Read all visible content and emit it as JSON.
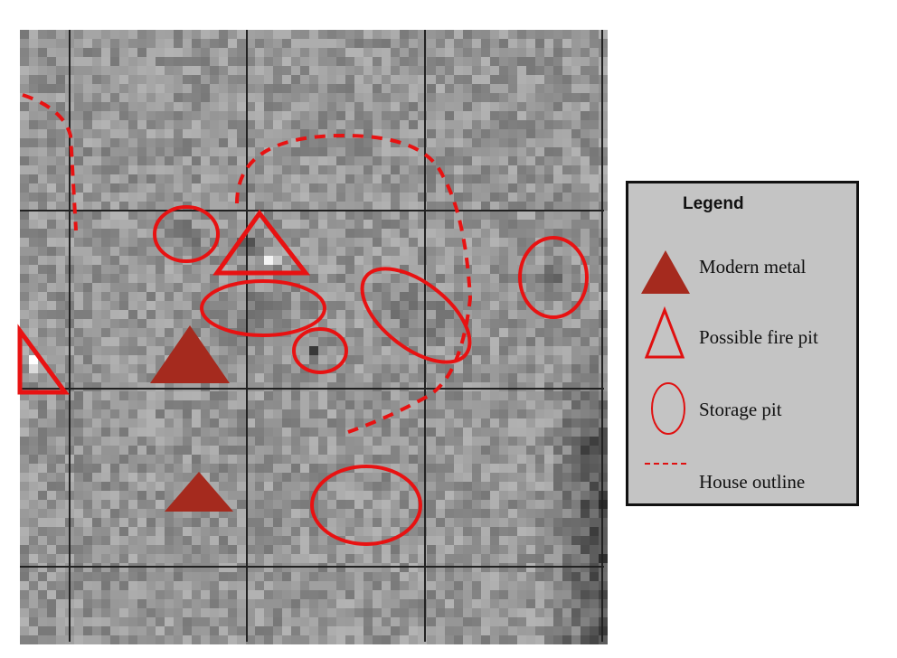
{
  "legend": {
    "title": "Legend",
    "items": [
      {
        "label": "Modern metal",
        "symbol": "filled-triangle",
        "color": "#a52a1e"
      },
      {
        "label": "Possible fire pit",
        "symbol": "outline-triangle",
        "color": "#e01010"
      },
      {
        "label": "Storage pit",
        "symbol": "outline-ellipse",
        "color": "#e01010"
      },
      {
        "label": "House  outline",
        "symbol": "dashed-line",
        "color": "#e01010"
      }
    ]
  },
  "colors": {
    "feature_red": "#e81212",
    "metal_brown": "#a52a1e"
  }
}
